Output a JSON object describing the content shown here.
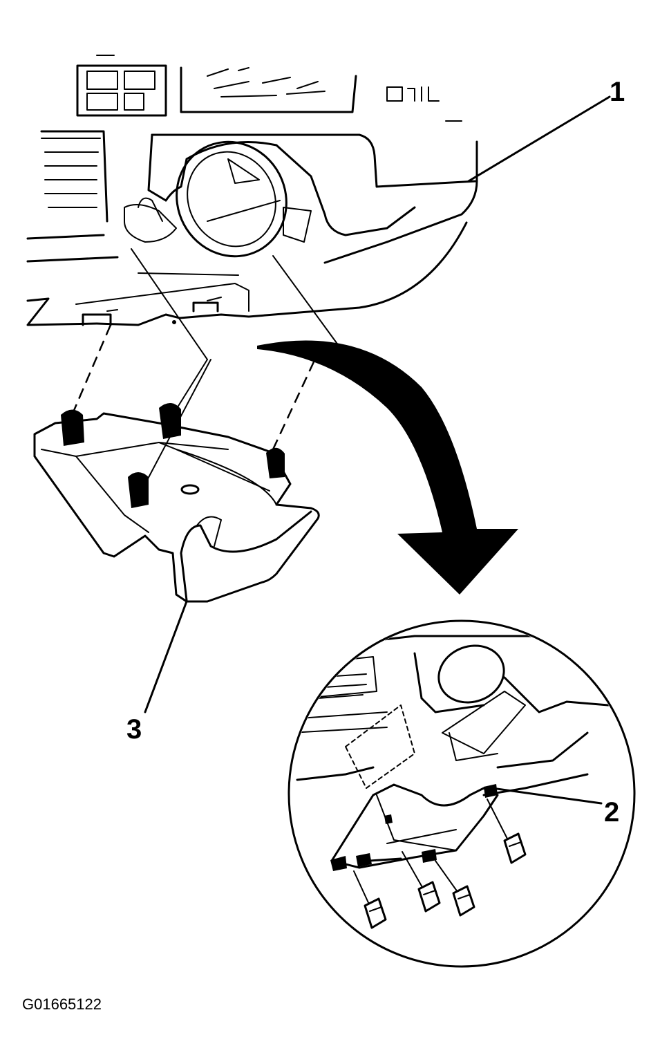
{
  "callouts": {
    "c1": "1",
    "c2": "2",
    "c3": "3"
  },
  "figure_code": "G01665122",
  "colors": {
    "ink": "#000000",
    "paper": "#ffffff"
  }
}
